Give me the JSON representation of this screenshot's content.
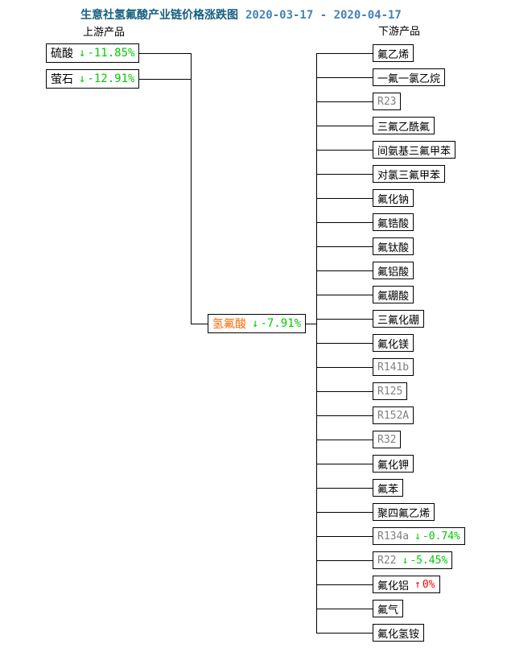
{
  "title": {
    "text": "生意社氢氟酸产业链价格涨跌图",
    "date_range": "2020-03-17 - 2020-04-17"
  },
  "sections": {
    "upstream_label": "上游产品",
    "downstream_label": "下游产品"
  },
  "colors": {
    "title": "#155E80",
    "date": "#4682B4",
    "down": "#00CC00",
    "up": "#FF0000",
    "center_name": "#FF6600",
    "code_name": "#808080",
    "line": "#000000"
  },
  "center": {
    "name": "氢氟酸",
    "arrow": "↓",
    "change": "-7.91%",
    "direction": "down"
  },
  "upstream": [
    {
      "name": "硫酸",
      "arrow": "↓",
      "change": "-11.85%",
      "direction": "down"
    },
    {
      "name": "萤石",
      "arrow": "↓",
      "change": "-12.91%",
      "direction": "down"
    }
  ],
  "downstream": [
    {
      "name": "氟乙烯"
    },
    {
      "name": "一氟一氯乙烷"
    },
    {
      "name": "R23",
      "code": true
    },
    {
      "name": "三氟乙酰氟"
    },
    {
      "name": "间氨基三氟甲苯"
    },
    {
      "name": "对氯三氟甲苯"
    },
    {
      "name": "氟化钠"
    },
    {
      "name": "氟锆酸"
    },
    {
      "name": "氟钛酸"
    },
    {
      "name": "氟铝酸"
    },
    {
      "name": "氟硼酸"
    },
    {
      "name": "三氟化硼"
    },
    {
      "name": "氟化镁"
    },
    {
      "name": "R141b",
      "code": true
    },
    {
      "name": "R125",
      "code": true
    },
    {
      "name": "R152A",
      "code": true
    },
    {
      "name": "R32",
      "code": true
    },
    {
      "name": "氟化钾"
    },
    {
      "name": "氟苯"
    },
    {
      "name": "聚四氟乙烯"
    },
    {
      "name": "R134a",
      "code": true,
      "arrow": "↓",
      "change": "-0.74%",
      "direction": "down"
    },
    {
      "name": "R22",
      "code": true,
      "arrow": "↓",
      "change": "-5.45%",
      "direction": "down"
    },
    {
      "name": "氟化铝",
      "arrow": "↑",
      "change": "0%",
      "direction": "up"
    },
    {
      "name": "氟气"
    },
    {
      "name": "氟化氢铵"
    }
  ]
}
